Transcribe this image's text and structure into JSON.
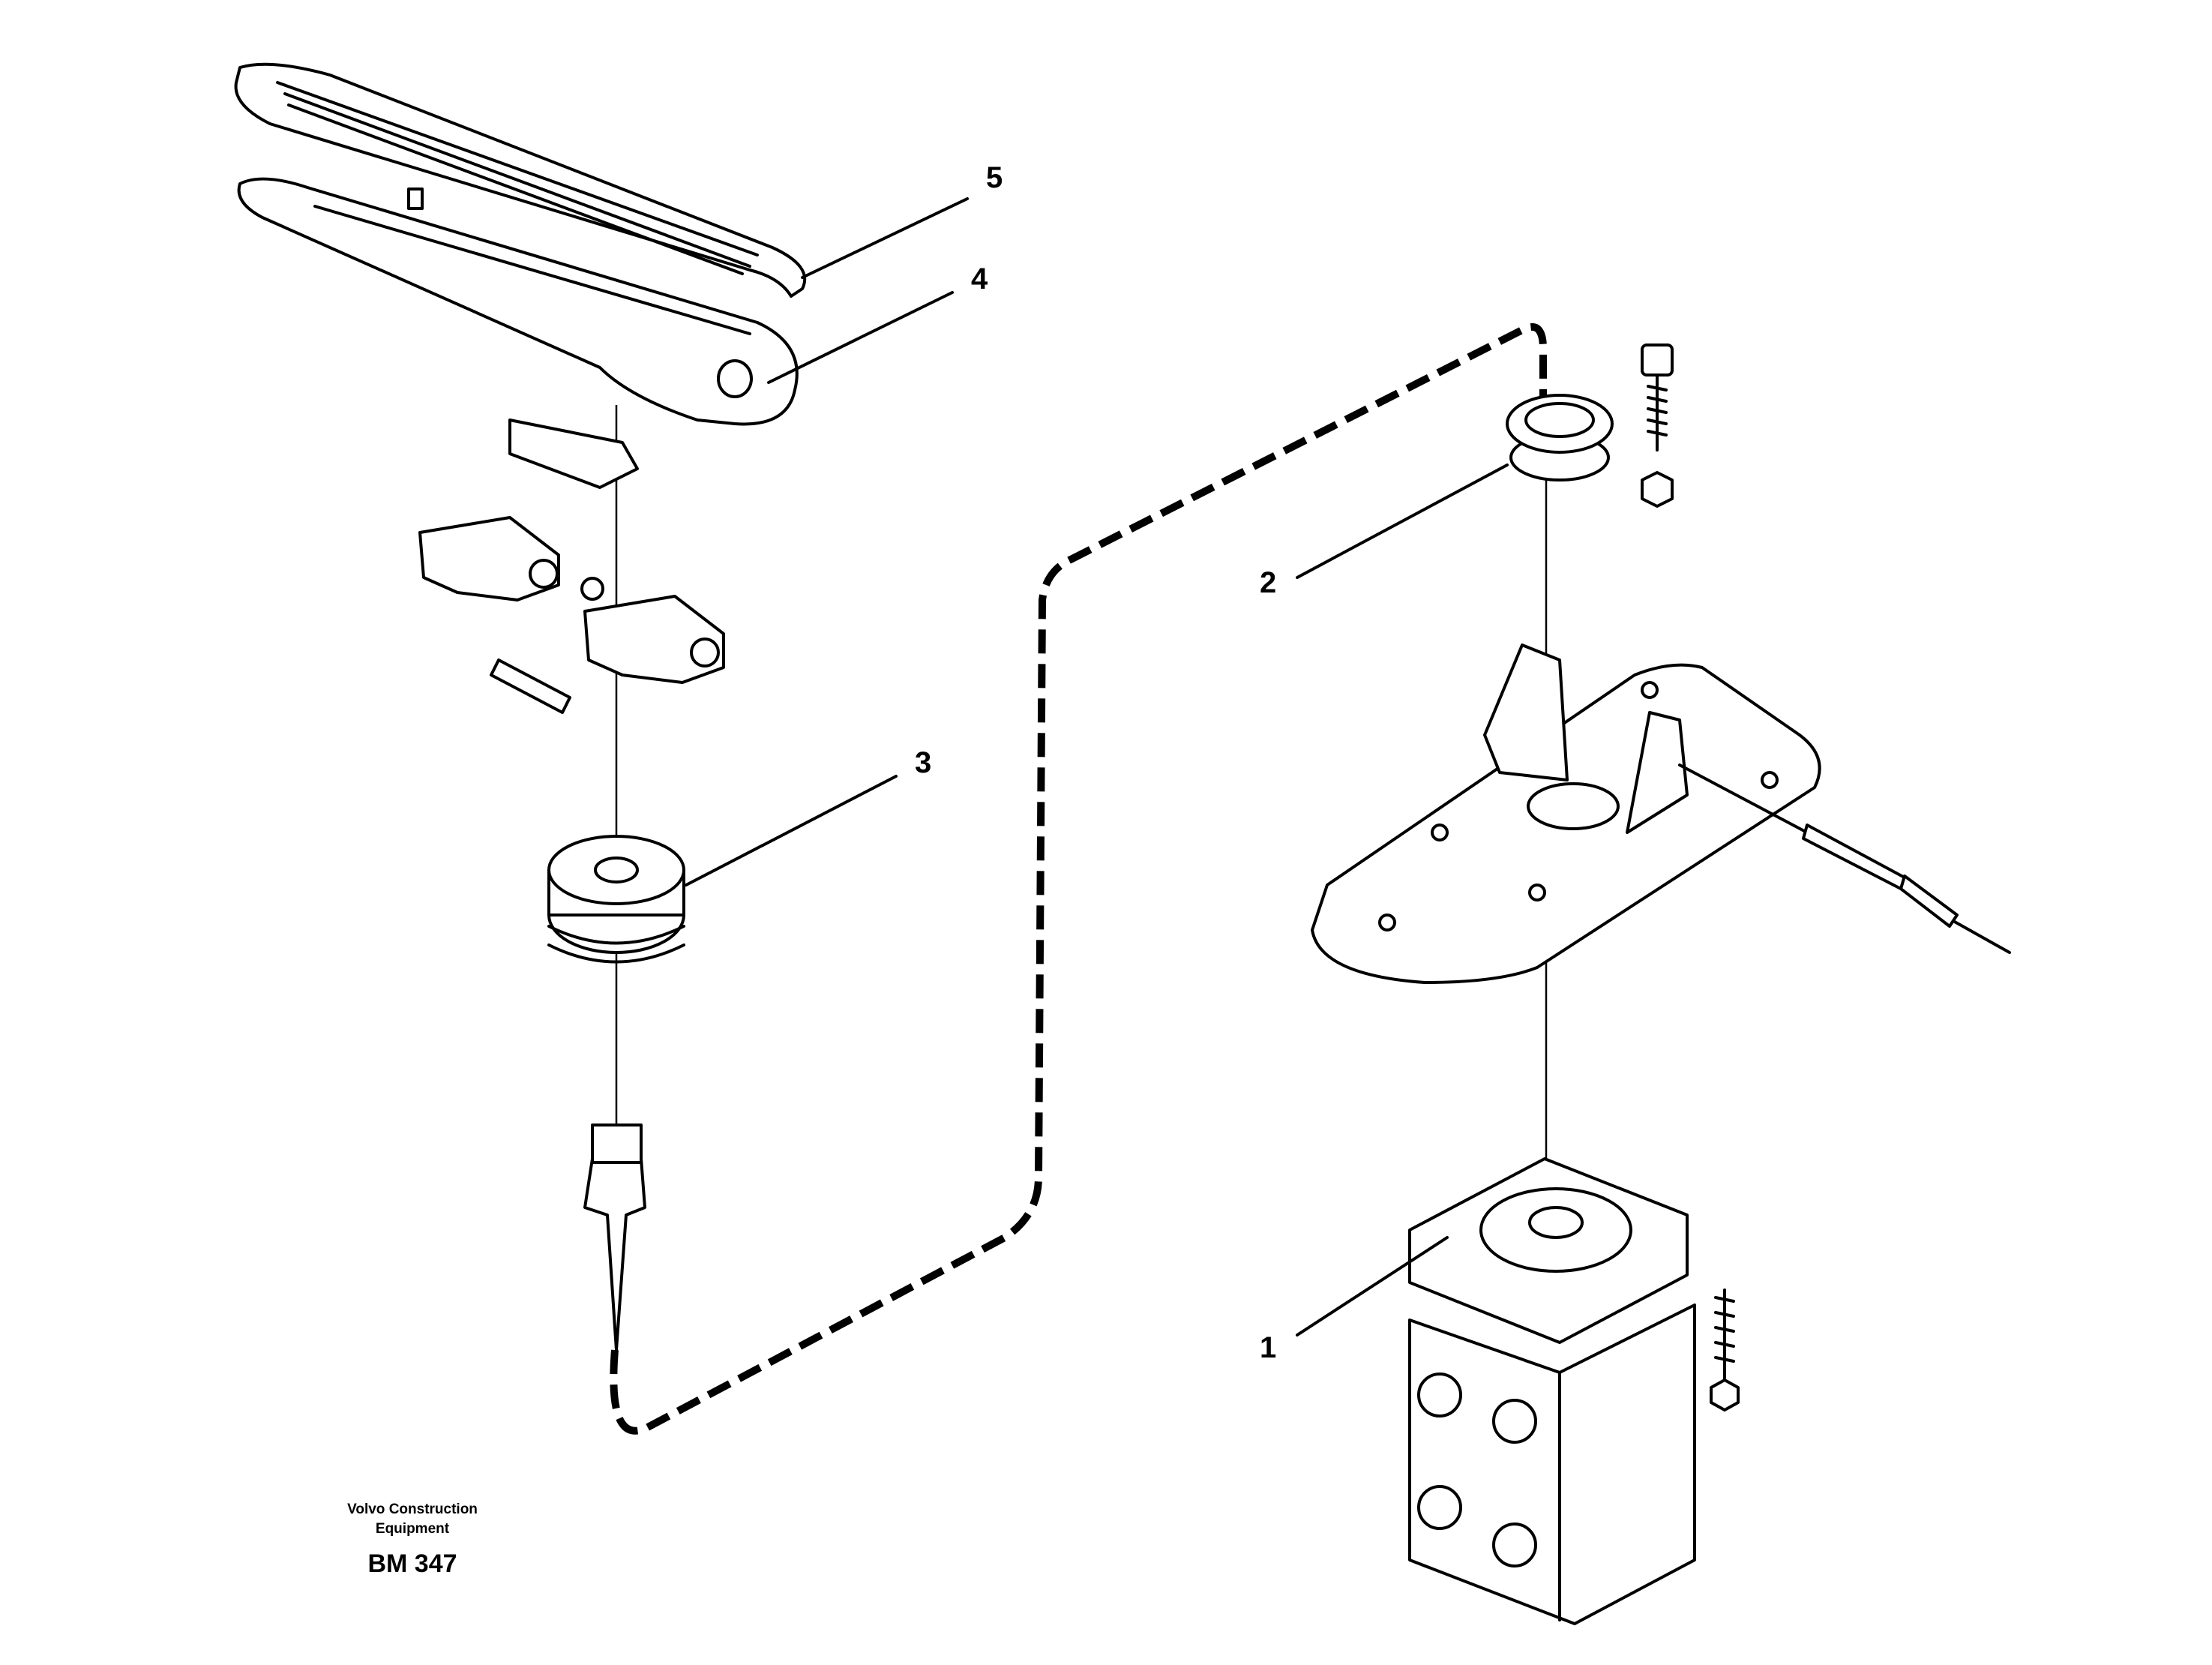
{
  "labels": {
    "p1": "1",
    "p2": "2",
    "p3": "3",
    "p4": "4",
    "p5": "5"
  },
  "caption": {
    "line1": "Volvo Construction",
    "line2": "Equipment",
    "code": "BM 347"
  }
}
